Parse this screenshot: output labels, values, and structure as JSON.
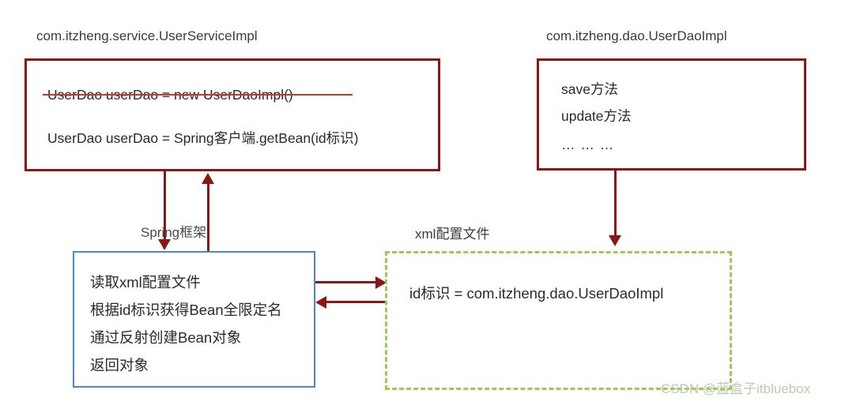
{
  "diagram": {
    "title_service": "com.itzheng.service.UserServiceImpl",
    "title_dao": "com.itzheng.dao.UserDaoImpl",
    "label_spring_framework": "Spring框架",
    "label_xml_config": "xml配置文件",
    "watermark": "CSDN @蓝盒子itbluebox"
  },
  "service_box": {
    "name": "UserServiceImpl",
    "struck_line": "UserDao userDao = new UserDaoImpl()",
    "active_line": "UserDao userDao = Spring客户端.getBean(id标识)"
  },
  "dao_box": {
    "name": "UserDaoImpl",
    "lines": [
      "save方法",
      "update方法",
      "… … …"
    ]
  },
  "spring_box": {
    "name": "Spring框架",
    "lines": [
      "读取xml配置文件",
      "根据id标识获得Bean全限定名",
      "通过反射创建Bean对象",
      "返回对象"
    ]
  },
  "xml_box": {
    "name": "xml配置文件",
    "line": "id标识 = com.itzheng.dao.UserDaoImpl"
  },
  "colors": {
    "red_border": "#8C1515",
    "blue_border": "#4F87C5",
    "green_dashed": "#9BC95A",
    "strike_red": "#C0392B",
    "arrow": "#8C1515",
    "watermark": "#b9c9a8"
  }
}
